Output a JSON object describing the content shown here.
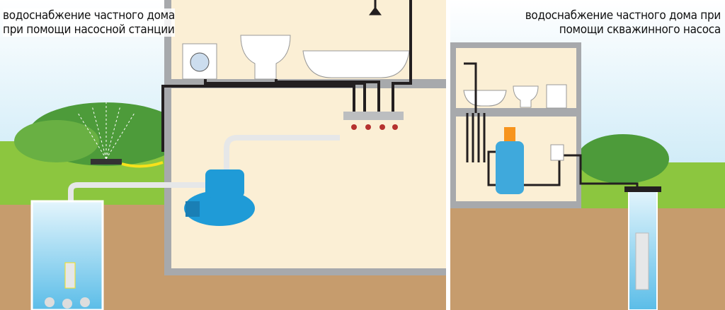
{
  "panels": [
    {
      "title_line1": "водоснабжение частного дома",
      "title_line2": "при помощи насосной станции"
    },
    {
      "title_line1": "водоснабжение частного дома при",
      "title_line2": "помощи скважинного насоса"
    }
  ],
  "colors": {
    "sky": "#bfe3f3",
    "grass": "#8cc63f",
    "soil": "#c69c6d",
    "wall": "#a7a9ac",
    "interior": "#fbefd5",
    "pipe": "#231f20",
    "pump": "#1f9bd7",
    "water": "#8fd3f1"
  }
}
